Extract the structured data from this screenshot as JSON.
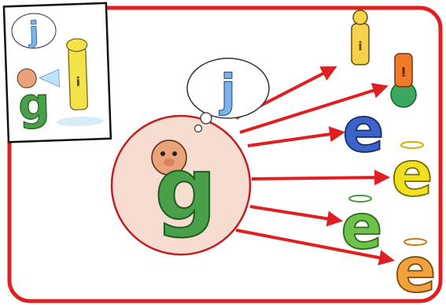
{
  "scene": {
    "frame_color": "#e0201f",
    "circle_fill": "#f7dcd2",
    "arrow_color": "#e02020",
    "thought_letter": "j",
    "speaker_letter": "g",
    "targets": [
      {
        "letter": "i",
        "color": "#f4d34a",
        "icon": "letter-i-character"
      },
      {
        "letter": "i",
        "color": "#f07a2a",
        "icon": "upside-down-letter-character"
      },
      {
        "letter": "e",
        "color": "#3b63c8",
        "icon": "letter-e-character"
      },
      {
        "letter": "e",
        "color": "#f0e020",
        "icon": "letter-e-character-with-halo"
      },
      {
        "letter": "e",
        "color": "#6cc24a",
        "icon": "letter-e-character-with-halo"
      },
      {
        "letter": "e",
        "color": "#f2a23a",
        "icon": "letter-e-character-with-halo"
      }
    ],
    "inset": {
      "left_letter": "g",
      "right_letter": "i",
      "icon": "comic-inset-spitting-scene"
    }
  }
}
